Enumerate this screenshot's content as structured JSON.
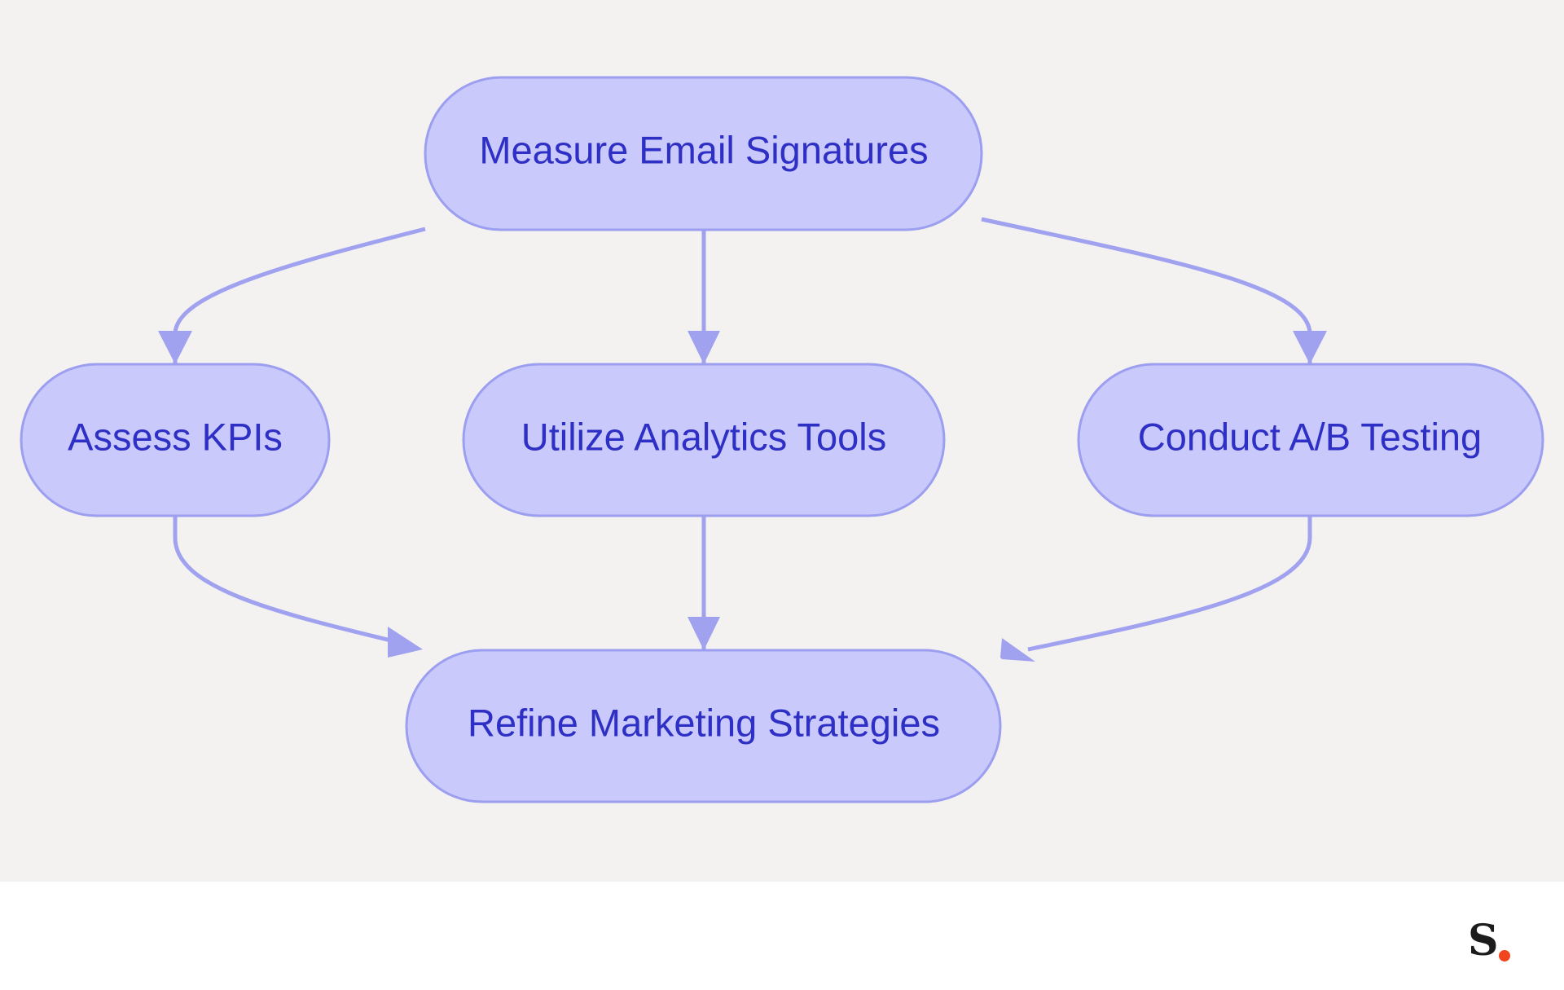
{
  "colors": {
    "background": "#f3f2f1",
    "node_fill": "#c9c9fc",
    "node_stroke": "#9c9ef0",
    "edge": "#a0a2f0",
    "text": "#2e2fc4",
    "logo_dot": "#f0451e"
  },
  "diagram": {
    "nodes": {
      "measure": {
        "label": "Measure Email Signatures"
      },
      "kpis": {
        "label": "Assess KPIs"
      },
      "analytics": {
        "label": "Utilize Analytics Tools"
      },
      "ab": {
        "label": "Conduct A/B Testing"
      },
      "refine": {
        "label": "Refine Marketing Strategies"
      }
    },
    "edges": [
      {
        "from": "measure",
        "to": "kpis"
      },
      {
        "from": "measure",
        "to": "analytics"
      },
      {
        "from": "measure",
        "to": "ab"
      },
      {
        "from": "kpis",
        "to": "refine"
      },
      {
        "from": "analytics",
        "to": "refine"
      },
      {
        "from": "ab",
        "to": "refine"
      }
    ]
  },
  "footer": {
    "logo": {
      "icon": "brand-logo-icon",
      "letter": "S"
    }
  }
}
